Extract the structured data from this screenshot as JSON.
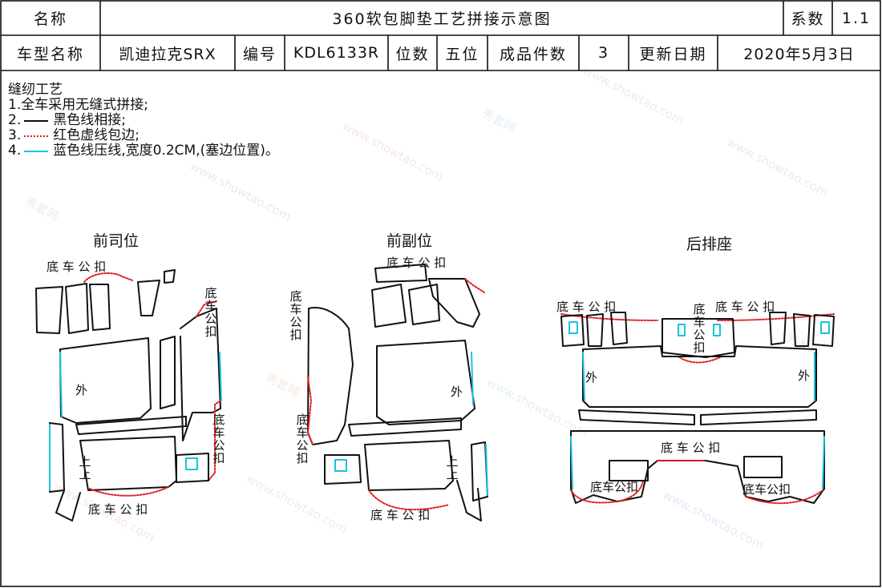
{
  "header": {
    "name_label": "名称",
    "title": "360软包脚垫工艺拼接示意图",
    "coef_label": "系数",
    "coef_value": "1.1",
    "model_label": "车型名称",
    "model_value": "凯迪拉克SRX",
    "code_label": "编号",
    "code_value": "KDL6133R",
    "seat_label": "位数",
    "seat_value": "五位",
    "count_label": "成品件数",
    "count_value": "3",
    "date_label": "更新日期",
    "date_value": "2020年5月3日"
  },
  "notes": {
    "title": "缝纫工艺",
    "items": [
      {
        "prefix": "1.",
        "text": "全车采用无缝式拼接;",
        "line": "none"
      },
      {
        "prefix": "2.",
        "text": "黑色线相接;",
        "line": "solid-black"
      },
      {
        "prefix": "3.",
        "text": "红色虚线包边;",
        "line": "dotted-red"
      },
      {
        "prefix": "4.",
        "text": "蓝色线压线,宽度0.2CM,(塞边位置)。",
        "line": "solid-cyan"
      }
    ]
  },
  "colors": {
    "black": "#111111",
    "red": "#e0201e",
    "cyan": "#19c4de",
    "watermark": "#b9a6d6"
  },
  "sections": {
    "driver": {
      "title": "前司位",
      "top_label": "底 车 公 扣",
      "right_upper_label": "底车公扣",
      "right_lower_label": "底车公扣",
      "bottom_label": "底 车 公 扣",
      "outer_label": "外",
      "small_label": "上上"
    },
    "passenger": {
      "title": "前副位",
      "top_label": "底 车 公 扣",
      "left_upper_label": "底车公扣",
      "left_lower_label": "底车公扣",
      "bottom_label": "底 车 公 扣",
      "outer_label": "外",
      "small_label": "上上"
    },
    "rear": {
      "title": "后排座",
      "top_left_label": "底 车 公 扣",
      "top_mid_label": "底车公扣",
      "top_right_label": "底 车 公 扣",
      "outer_left_label": "外",
      "outer_right_label": "外",
      "bottom_mid_label": "底 车 公 扣",
      "bottom_left_label": "底车公扣",
      "bottom_right_label": "底车公扣"
    }
  },
  "watermark": {
    "cn": "秀套网",
    "url": "www.showtao.com"
  }
}
